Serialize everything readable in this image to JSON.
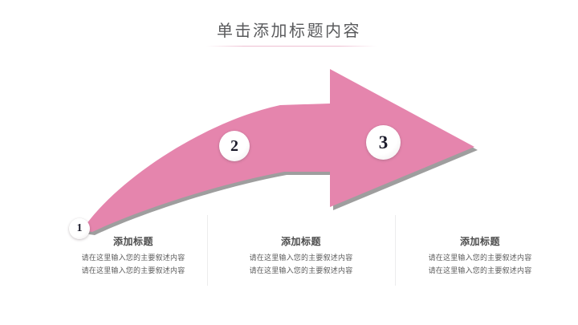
{
  "slide": {
    "title": "单击添加标题内容",
    "background_color": "#ffffff",
    "accent_color": "#e585ad",
    "shadow_color": "#9e9e9e",
    "title_color": "#595a5c"
  },
  "arrow": {
    "name": "curved-right-arrow",
    "fill": "#e585ad",
    "shadow": "#9e9e9e",
    "direction": "right"
  },
  "badges": [
    {
      "label": "1"
    },
    {
      "label": "2"
    },
    {
      "label": "3"
    }
  ],
  "columns": [
    {
      "heading": "添加标题",
      "lines": [
        "请在这里输入您的主要叙述内容",
        "请在这里输入您的主要叙述内容"
      ]
    },
    {
      "heading": "添加标题",
      "lines": [
        "请在这里输入您的主要叙述内容",
        "请在这里输入您的主要叙述内容"
      ]
    },
    {
      "heading": "添加标题",
      "lines": [
        "请在这里输入您的主要叙述内容",
        "请在这里输入您的主要叙述内容"
      ]
    }
  ]
}
